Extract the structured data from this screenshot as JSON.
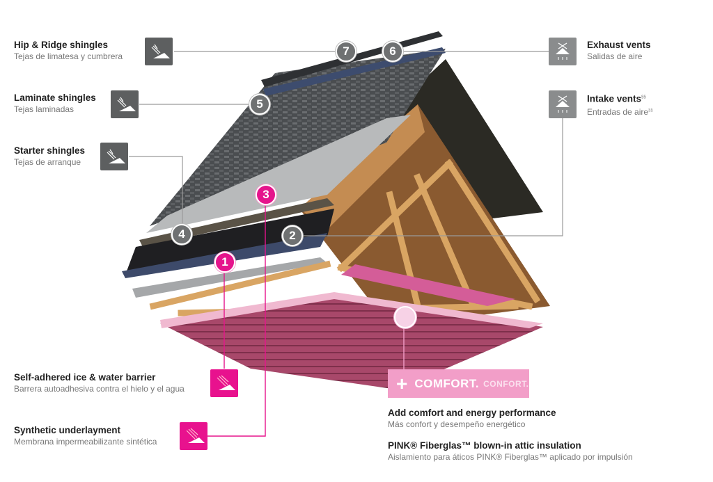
{
  "labels": {
    "hip_ridge": {
      "title": "Hip & Ridge shingles",
      "subtitle": "Tejas de limatesa y cumbrera",
      "icon": "shingle-icon"
    },
    "laminate": {
      "title": "Laminate shingles",
      "subtitle": "Tejas laminadas",
      "icon": "shingle-icon"
    },
    "starter": {
      "title": "Starter shingles",
      "subtitle": "Tejas de arranque",
      "icon": "shingle-icon"
    },
    "exhaust": {
      "title": "Exhaust vents",
      "subtitle": "Salidas de aire",
      "icon": "vent-icon"
    },
    "intake": {
      "title": "Intake vents",
      "title_sup": "§§",
      "subtitle": "Entradas de aire",
      "subtitle_sup": "§§",
      "icon": "vent-icon"
    },
    "ice_water": {
      "title": "Self-adhered ice & water barrier",
      "subtitle": "Barrera autoadhesiva contra el hielo y el agua",
      "icon": "membrane-icon"
    },
    "underlayment": {
      "title": "Synthetic underlayment",
      "subtitle": "Membrana impermeabilizante sintética",
      "icon": "membrane-icon"
    },
    "comfort_title": {
      "title": "Add comfort and energy performance",
      "subtitle": "Más confort y desempeño energético"
    },
    "insulation": {
      "title": "PINK® Fiberglas™ blown-in attic insulation",
      "subtitle": "Aislamiento para áticos PINK® Fiberglas™ aplicado por impulsión"
    }
  },
  "comfort_banner": {
    "plus": "+",
    "en": "COMFORT.",
    "es": "CONFORT."
  },
  "badges": {
    "b1": "1",
    "b2": "2",
    "b3": "3",
    "b4": "4",
    "b5": "5",
    "b6": "6",
    "b7": "7"
  },
  "colors": {
    "gray_icon": "#5d5f60",
    "vent_icon": "#8a8c8d",
    "pink_accent": "#e8128e",
    "comfort_pink": "#f29ec8"
  }
}
